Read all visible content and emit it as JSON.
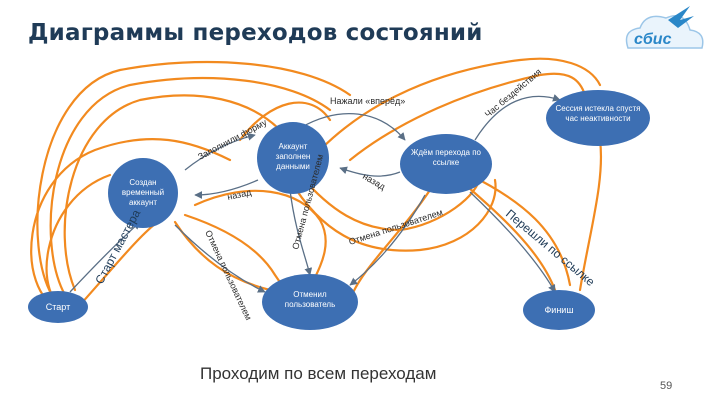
{
  "title": "Диаграммы переходов состояний",
  "subtitle": "Проходим по всем переходам",
  "page_number": "59",
  "logo": {
    "text": "сбис",
    "icon": "cloud-bird-logo-icon",
    "color": "#2a87c8"
  },
  "colors": {
    "node": "#3d6fb3",
    "curve": "#f28a1f",
    "arrow": "#5a6f86"
  },
  "nodes": {
    "start": "Старт",
    "temp_account": "Создан временный аккаунт",
    "filled_account": "Аккаунт заполнен данными",
    "next_visit": "Ждём перехода по ссылке",
    "session_expired": "Сессия истекла спустя час неактивности",
    "cancelled": "Отменил пользователь",
    "finish": "Финиш"
  },
  "edges": {
    "pressed_next": "Нажали «вперёд»",
    "filled_form": "Заполнили форму",
    "hour_idle": "Час бездействия",
    "back": "назад",
    "back2": "назад",
    "cancel_by_user_1": "Отмена пользователем",
    "cancel_by_user_2": "Отмена пользователем",
    "cancel_by_user_3": "Отмена пользователем",
    "followed_link": "Перешли по ссылке",
    "start_wizard": "Старт мастера"
  }
}
